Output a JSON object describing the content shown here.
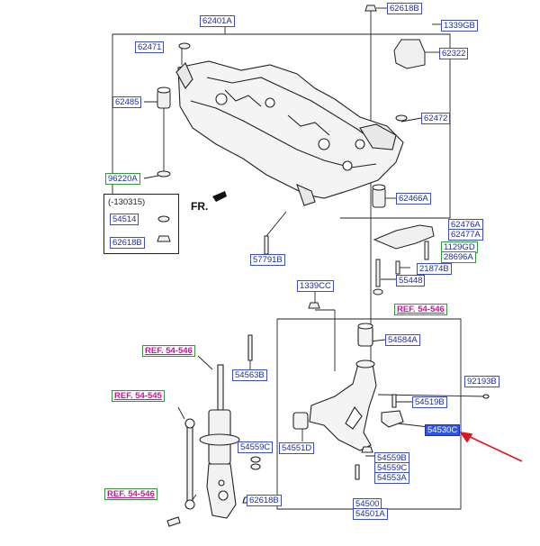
{
  "labels": {
    "p62401A": "62401A",
    "p62618B_top": "62618B",
    "p1339GB": "1339GB",
    "p62471": "62471",
    "p62322": "62322",
    "p62485": "62485",
    "p62472": "62472",
    "p96220A": "96220A",
    "p62466A": "62466A",
    "p54514": "54514",
    "p62618B_box": "62618B",
    "p62476A": "62476A",
    "p62477A": "62477A",
    "p1129GD": "1129GD",
    "p28696A": "28696A",
    "p21874B": "21874B",
    "p57791B": "57791B",
    "p55448": "55448",
    "p1339CC": "1339CC",
    "p54584A": "54584A",
    "p54563B": "54563B",
    "p92193B": "92193B",
    "p54519B": "54519B",
    "p54530C": "54530C",
    "p54559C_left": "54559C",
    "p54551D": "54551D",
    "p54559B": "54559B",
    "p54559C_right": "54559C",
    "p54553A": "54553A",
    "p62618B_bottom": "62618B",
    "p54500": "54500",
    "p54501A": "54501A"
  },
  "refs": {
    "r_54546_top": "REF. 54-546",
    "r_54546_left": "REF. 54-546",
    "r_54545": "REF. 54-545",
    "r_54546_bottom": "REF. 54-546"
  },
  "notes": {
    "variant_code": "(-130315)",
    "direction": "FR."
  },
  "colors": {
    "label_text": "#1f2f9a",
    "label_border": "#3b4ec2",
    "green_border": "#2f9a37",
    "ref_text": "#c5159a",
    "selected_fill": "#2f55e8",
    "pointer_arrow": "#e0141c"
  }
}
